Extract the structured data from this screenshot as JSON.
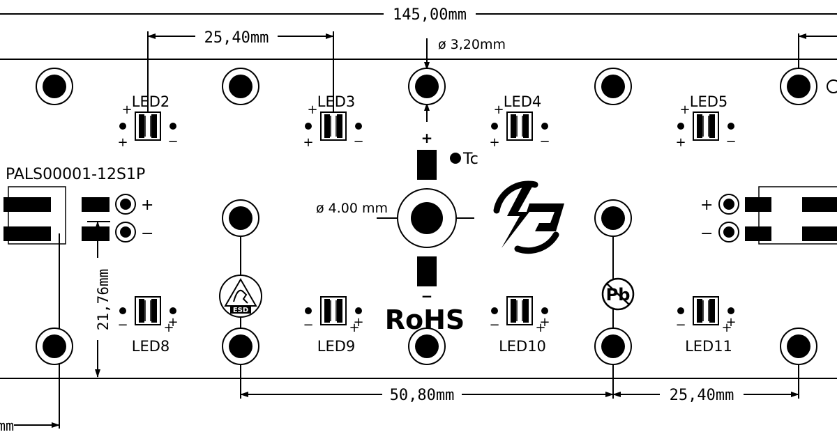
{
  "dimensions": {
    "total_width": "145,00mm",
    "led_pitch_top": "25,40mm",
    "hole_diameter_small": "ø 3,20mm",
    "hole_diameter_center": "ø 4.00 mm",
    "board_height": "21,76mm",
    "pitch_bottom_long": "50,80mm",
    "pitch_bottom_short": "25,40mm",
    "left_bottom_partial": "mm"
  },
  "part_number": "PALS00001-12S1P",
  "marks": {
    "tc": "Tc",
    "rohs": "RoHS",
    "esd": "ESD",
    "pb": "Pb",
    "plus": "+",
    "minus": "−"
  },
  "leds_top": [
    {
      "label": "LED2"
    },
    {
      "label": "LED3"
    },
    {
      "label": "LED4"
    },
    {
      "label": "LED5"
    }
  ],
  "leds_bottom": [
    {
      "label": "LED8"
    },
    {
      "label": "LED9"
    },
    {
      "label": "LED10"
    },
    {
      "label": "LED11"
    }
  ],
  "connector_left": {
    "plus": "+",
    "minus": "−"
  },
  "connector_right": {
    "plus": "+",
    "minus": "−"
  }
}
